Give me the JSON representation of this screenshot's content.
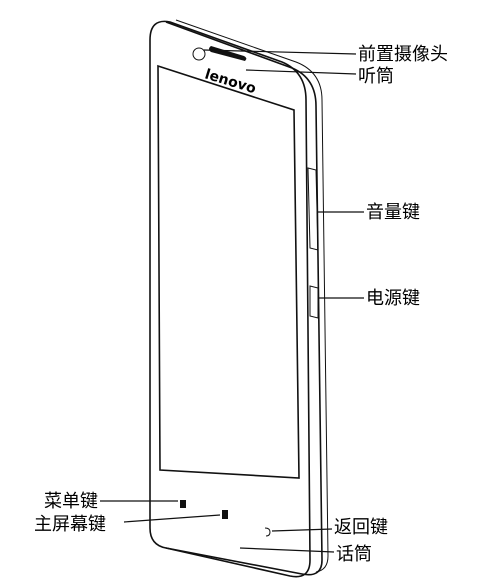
{
  "phone": {
    "brand": "lenovo"
  },
  "callouts": {
    "front_camera": "前置摄像头",
    "earpiece": "听筒",
    "volume_key": "音量键",
    "power_key": "电源键",
    "menu_key": "菜单键",
    "home_key": "主屏幕键",
    "back_key": "返回键",
    "microphone": "话筒"
  }
}
